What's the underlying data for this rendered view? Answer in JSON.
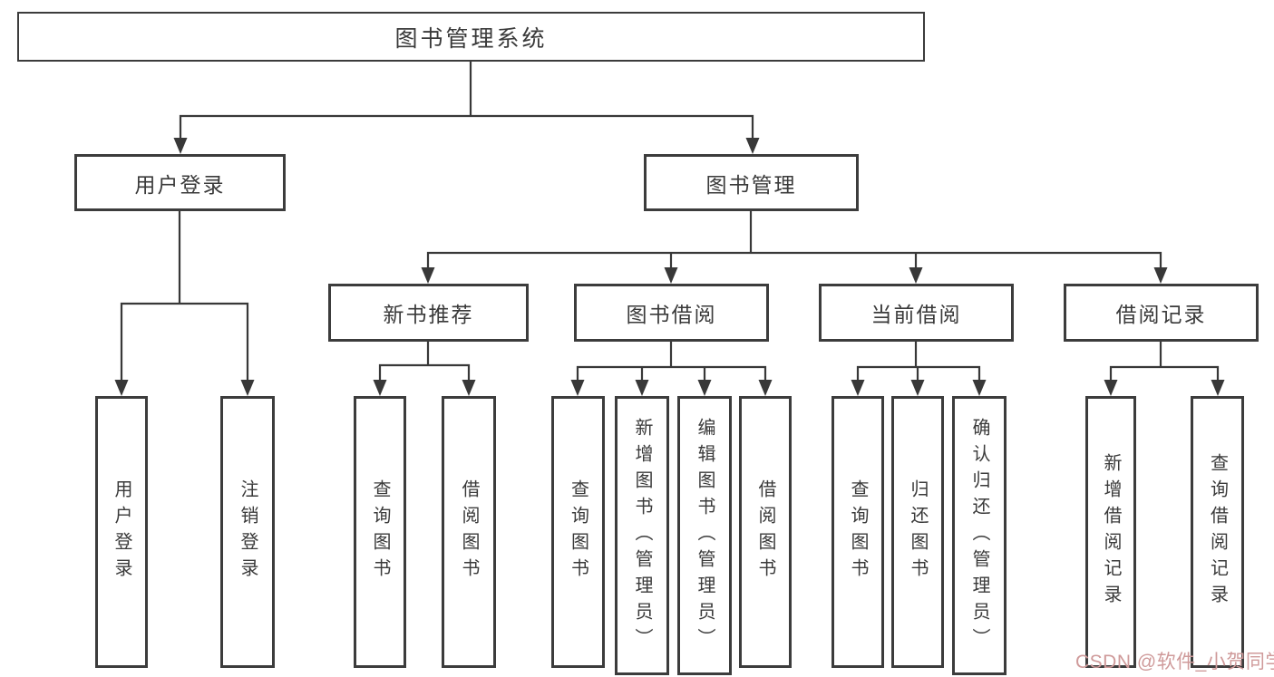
{
  "diagram": {
    "root": "图书管理系统",
    "branches": [
      {
        "label": "用户登录",
        "children": [
          "用户登录",
          "注销登录"
        ]
      },
      {
        "label": "图书管理",
        "groups": [
          {
            "label": "新书推荐",
            "children": [
              "查询图书",
              "借阅图书"
            ]
          },
          {
            "label": "图书借阅",
            "children": [
              "查询图书",
              "新增图书（管理员）",
              "编辑图书（管理员）",
              "借阅图书"
            ]
          },
          {
            "label": "当前借阅",
            "children": [
              "查询图书",
              "归还图书",
              "确认归还（管理员）"
            ]
          },
          {
            "label": "借阅记录",
            "children": [
              "新增借阅记录",
              "查询借阅记录"
            ]
          }
        ]
      }
    ]
  },
  "colors": {
    "line": "#383838",
    "text": "#3a3a3a",
    "watermark": "#cf9a9a"
  },
  "watermark": {
    "text": "CSDN @软件_小贺同学"
  }
}
